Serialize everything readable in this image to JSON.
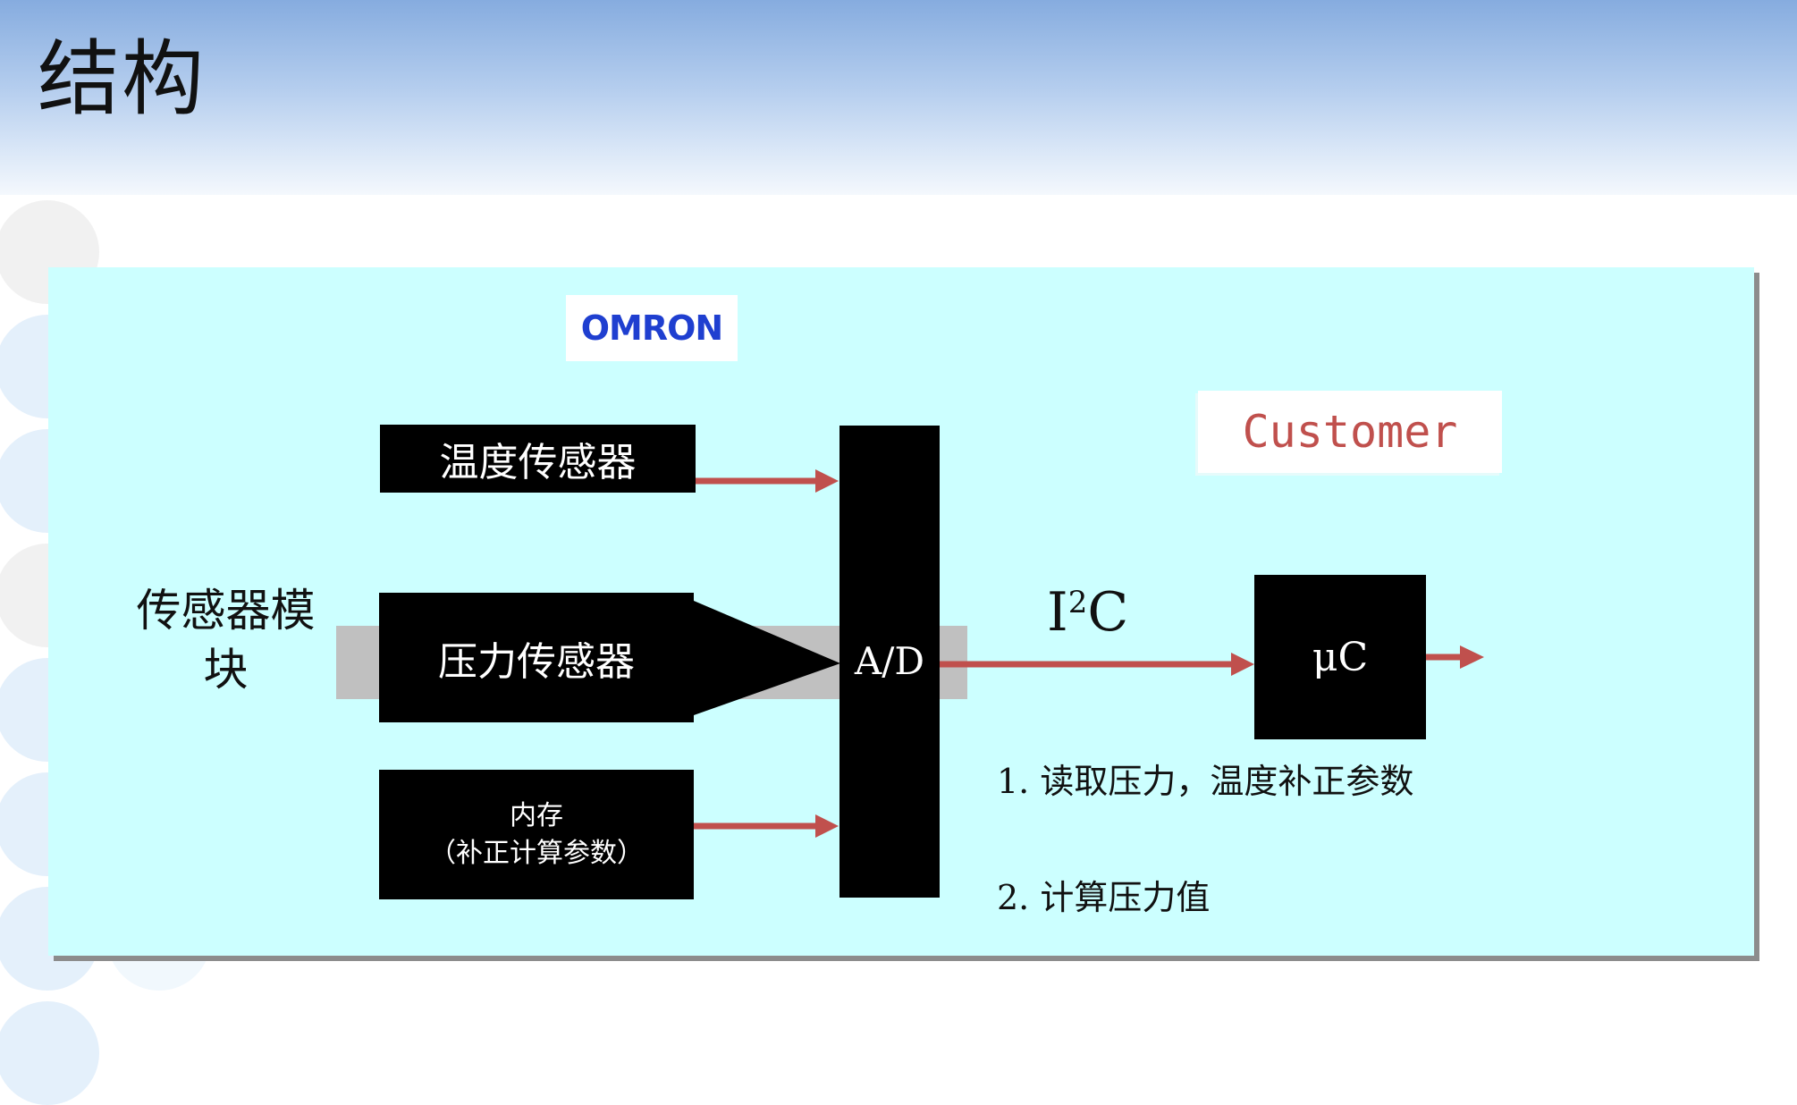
{
  "slide": {
    "title": "结构"
  },
  "logo": {
    "text": "OMRON"
  },
  "customer": {
    "label": "Customer"
  },
  "module_label": [
    "传感器模",
    "块"
  ],
  "blocks": {
    "temperature_sensor": "温度传感器",
    "pressure_sensor": "压力传感器",
    "memory_line1": "内存",
    "memory_line2": "（补正计算参数）",
    "ad": "A/D",
    "microcontroller": "μC"
  },
  "bus": {
    "base": "I",
    "sup": "2",
    "suffix": "C"
  },
  "steps": [
    "1.  读取压力，温度补正参数",
    "2.  计算压力值"
  ],
  "colors": {
    "panel": "#ccffff",
    "arrow": "#c0504d",
    "block": "#000000",
    "band": "#c0c0c0",
    "customer": "#c0504d"
  }
}
